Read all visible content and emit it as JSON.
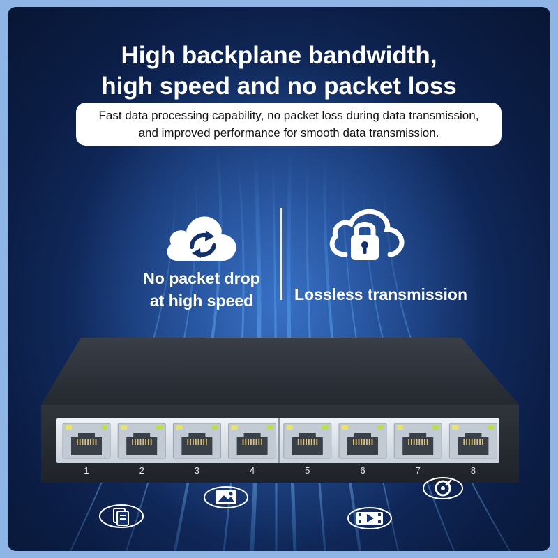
{
  "headline": {
    "line1": "High backplane bandwidth,",
    "line2": "high speed and no packet loss"
  },
  "description": {
    "line1": "Fast data processing capability, no packet loss during data transmission,",
    "line2": "and improved performance for smooth data transmission."
  },
  "features": [
    {
      "icon": "cloud-sync-icon",
      "line1": "No packet drop",
      "line2": "at high speed"
    },
    {
      "icon": "cloud-lock-icon",
      "line1": "Lossless transmission"
    }
  ],
  "ports": [
    "1",
    "2",
    "3",
    "4",
    "5",
    "6",
    "7",
    "8"
  ],
  "floating_icons": [
    "document-icon",
    "image-icon",
    "video-icon",
    "disc-icon"
  ],
  "colors": {
    "background": "#0b1d44",
    "streak": "#4fa3ff",
    "switch_body": "#2b2f36",
    "port_panel": "#dfe5ec",
    "led_green": "#b8e04a",
    "led_yellow": "#e9e36a"
  }
}
